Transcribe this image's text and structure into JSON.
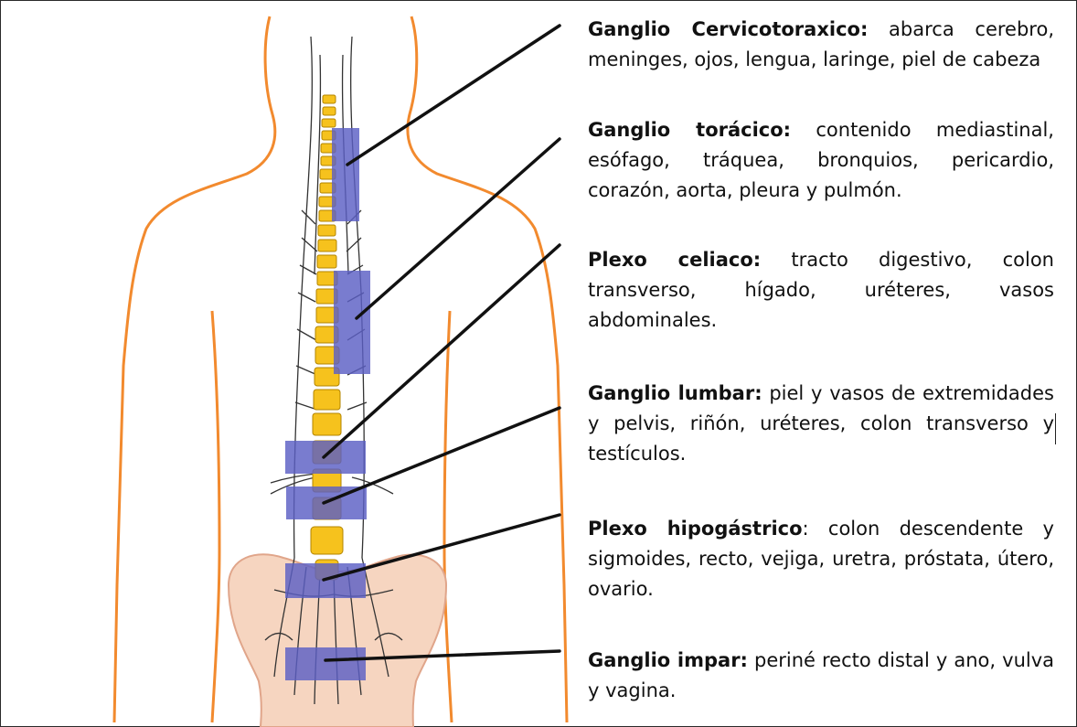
{
  "colors": {
    "body_outline": "#f28a2e",
    "pelvis_fill": "#f6d5c0",
    "vertebra": "#f6c21d",
    "vertebra_outline": "#b38400",
    "nerve": "#333333",
    "ganglion_box": "#5c5fc4",
    "leader_line": "#111111"
  },
  "labels": [
    {
      "name": "Ganglio Cervicotoraxico:",
      "text": " abarca cerebro, meninges, ojos, lengua, laringe, piel de cabeza"
    },
    {
      "name": "Ganglio torácico:",
      "text": " contenido mediastinal, esófago, tráquea, bronquios, pericardio, corazón, aorta, pleura y pulmón."
    },
    {
      "name": "Plexo celiaco:",
      "text": " tracto digestivo, colon transverso, hígado, uréteres, vasos abdominales."
    },
    {
      "name": "Ganglio lumbar:",
      "text": " piel y vasos de extremidades y pelvis, riñón, uréteres, colon transverso y testículos."
    },
    {
      "name": "Plexo hipogástrico",
      "text": ": colon descendente y sigmoides, recto, vejiga, uretra, próstata, útero, ovario."
    },
    {
      "name": "Ganglio impar:",
      "text": " periné recto distal y ano, vulva y vagina."
    }
  ]
}
